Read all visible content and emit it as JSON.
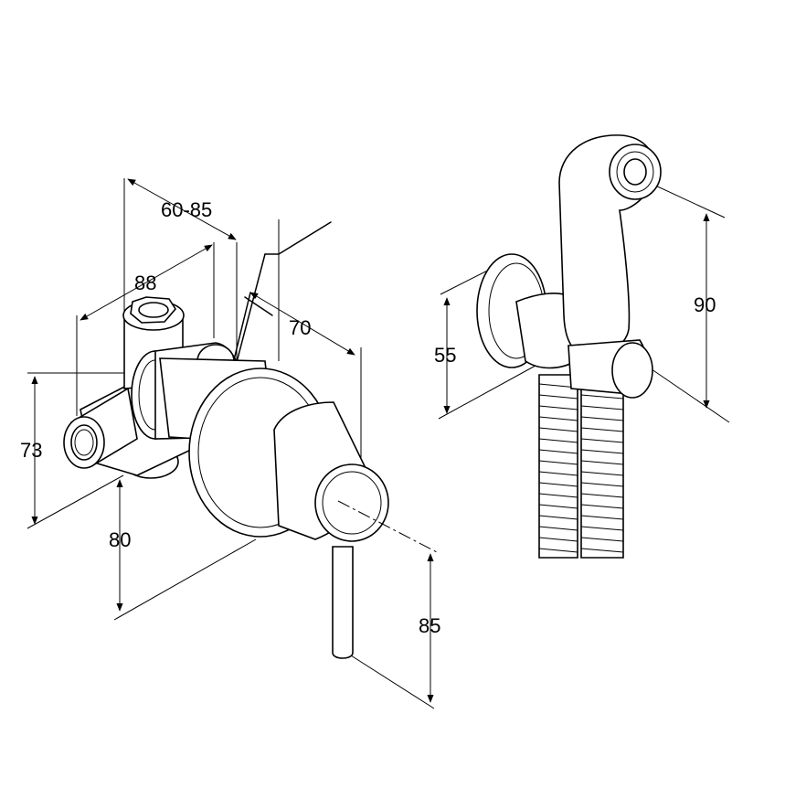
{
  "dimensions": {
    "valve_depth": "60-85",
    "body_width": "88",
    "flange_offset": "70",
    "height_left": "73",
    "lower_offset": "80",
    "lever_length": "85",
    "holder_height": "55",
    "spray_height": "90"
  }
}
